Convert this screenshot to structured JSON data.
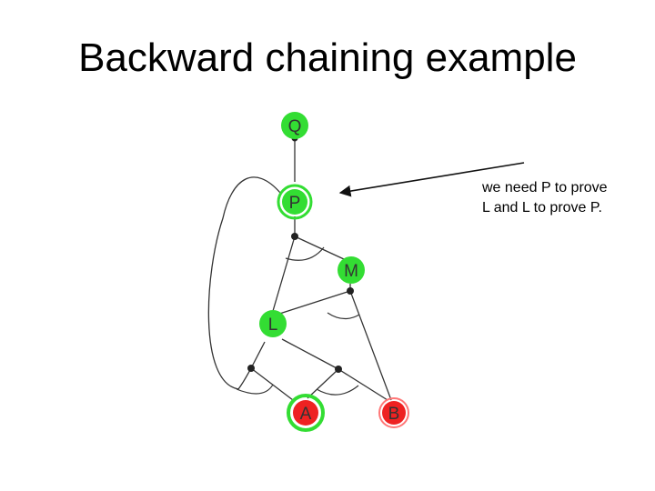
{
  "slide": {
    "title": "Backward chaining example"
  },
  "annotation": {
    "line1": "we need P to prove",
    "line2": "L and L to prove P."
  },
  "nodes": {
    "Q": {
      "label": "Q",
      "fill": "#33dd33",
      "ring": "#33dd33"
    },
    "P": {
      "label": "P",
      "fill": "#33dd33",
      "ring": "#33dd33"
    },
    "M": {
      "label": "M",
      "fill": "#33dd33",
      "ring": "#33dd33"
    },
    "L": {
      "label": "L",
      "fill": "#33dd33",
      "ring": "#33dd33"
    },
    "A": {
      "label": "A",
      "fill": "#ee2222",
      "ring": "#33dd33"
    },
    "B": {
      "label": "B",
      "fill": "#ee2222",
      "ring": "#ff7777"
    }
  },
  "colors": {
    "edge": "#333333",
    "junction": "#222222"
  }
}
